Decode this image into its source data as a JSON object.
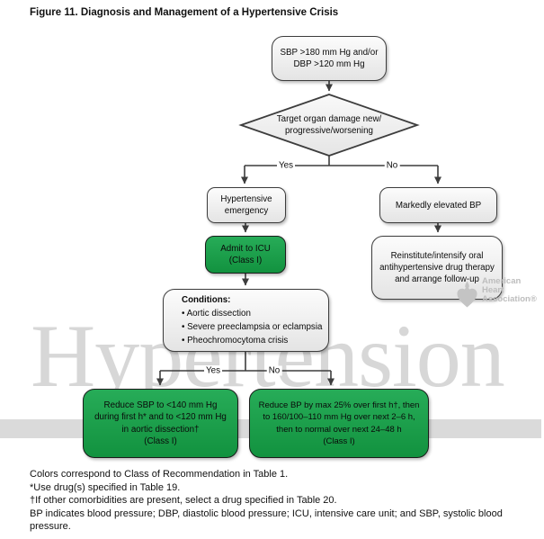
{
  "title": "Figure 11. Diagnosis and Management of a Hypertensive Crisis",
  "watermark": {
    "journal": "Hypertension",
    "aha_lines": [
      "American",
      "Heart",
      "Association®"
    ]
  },
  "flowchart": {
    "start_box": {
      "lines": [
        "SBP >180 mm Hg and/or",
        "DBP >120 mm Hg"
      ]
    },
    "decision_organ_damage": {
      "lines": [
        "Target organ damage new/",
        "progressive/worsening"
      ],
      "yes_label": "Yes",
      "no_label": "No"
    },
    "emergency_box": {
      "lines": [
        "Hypertensive",
        "emergency"
      ]
    },
    "admit_icu_box": {
      "lines": [
        "Admit to ICU",
        "(Class I)"
      ]
    },
    "elevated_bp_box": {
      "lines": [
        "Markedly elevated BP"
      ]
    },
    "reinstitute_box": {
      "lines": [
        "Reinstitute/intensify oral",
        "antihypertensive drug therapy",
        "and arrange follow-up"
      ]
    },
    "conditions_box": {
      "heading": "Conditions:",
      "bullets": [
        "• Aortic dissection",
        "• Severe preeclampsia or eclampsia",
        "• Pheochromocytoma crisis"
      ]
    },
    "decision_conditions": {
      "yes_label": "Yes",
      "no_label": "No"
    },
    "reduce_sbp_box": {
      "lines": [
        "Reduce SBP to <140 mm Hg",
        "during first h* and to <120 mm Hg",
        "in aortic dissection†",
        "(Class I)"
      ]
    },
    "reduce_bp_box": {
      "lines": [
        "Reduce BP by max 25% over first h†, then",
        "to 160/100–110 mm Hg over next 2–6 h,",
        "then to normal over next 24–48 h",
        "(Class I)"
      ]
    }
  },
  "footnotes": [
    "Colors correspond to Class of Recommendation in Table 1.",
    "*Use drug(s) specified in Table 19.",
    "†If other comorbidities are present, select a drug specified in Table 20.",
    "BP indicates blood pressure; DBP, diastolic blood pressure; ICU, intensive care unit; and SBP, systolic blood pressure."
  ],
  "colors": {
    "class_i_green": "#18A04C",
    "node_border": "#3D3D3D",
    "connector": "#3D3D3D",
    "watermark_gray": "#D7D7D7"
  }
}
